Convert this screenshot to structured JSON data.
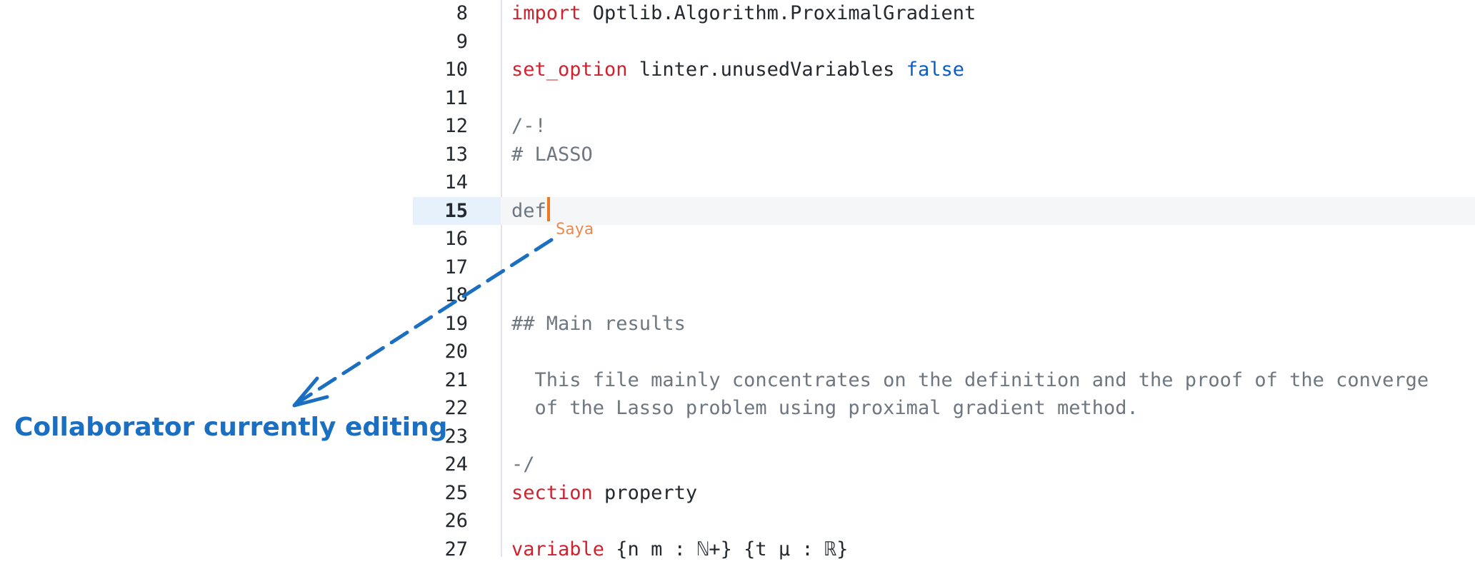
{
  "editor": {
    "lines": [
      {
        "num": "8",
        "tokens": [
          {
            "t": "import",
            "c": "kw"
          },
          {
            "t": " Optlib.Algorithm.ProximalGradient",
            "c": ""
          }
        ]
      },
      {
        "num": "9",
        "tokens": []
      },
      {
        "num": "10",
        "tokens": [
          {
            "t": "set_option",
            "c": "kw"
          },
          {
            "t": " linter.unusedVariables ",
            "c": ""
          },
          {
            "t": "false",
            "c": "bool"
          }
        ]
      },
      {
        "num": "11",
        "tokens": []
      },
      {
        "num": "12",
        "tokens": [
          {
            "t": "/-!",
            "c": "cmt"
          }
        ]
      },
      {
        "num": "13",
        "tokens": [
          {
            "t": "# LASSO",
            "c": "cmt"
          }
        ]
      },
      {
        "num": "14",
        "tokens": []
      },
      {
        "num": "15",
        "tokens": [
          {
            "t": "def",
            "c": "cmt"
          }
        ],
        "active": true,
        "cursor": true
      },
      {
        "num": "16",
        "tokens": []
      },
      {
        "num": "17",
        "tokens": []
      },
      {
        "num": "18",
        "tokens": []
      },
      {
        "num": "19",
        "tokens": [
          {
            "t": "## Main results",
            "c": "cmt"
          }
        ]
      },
      {
        "num": "20",
        "tokens": []
      },
      {
        "num": "21",
        "tokens": [
          {
            "t": "  This file mainly concentrates on the definition and the proof of the converge",
            "c": "cmt"
          }
        ]
      },
      {
        "num": "22",
        "tokens": [
          {
            "t": "  of the Lasso problem using proximal gradient method.",
            "c": "cmt"
          }
        ]
      },
      {
        "num": "23",
        "tokens": []
      },
      {
        "num": "24",
        "tokens": [
          {
            "t": "-/",
            "c": "cmt"
          }
        ]
      },
      {
        "num": "25",
        "tokens": [
          {
            "t": "section",
            "c": "kw"
          },
          {
            "t": " property",
            "c": ""
          }
        ]
      },
      {
        "num": "26",
        "tokens": []
      },
      {
        "num": "27",
        "tokens": [
          {
            "t": "variable",
            "c": "kw"
          },
          {
            "t": " {n m : ℕ+} {t μ : ℝ}",
            "c": ""
          }
        ]
      }
    ]
  },
  "collaborator": {
    "name": "Saya",
    "color": "#f0781e"
  },
  "annotation": {
    "text": "Collaborator currently editing",
    "color": "#1a6fc2"
  },
  "colors": {
    "keyword": "#cf222e",
    "boolean": "#0a5cc2",
    "comment": "#6e7781",
    "active_line": "#f4f6f8",
    "active_gutter": "#e6f1fb"
  }
}
